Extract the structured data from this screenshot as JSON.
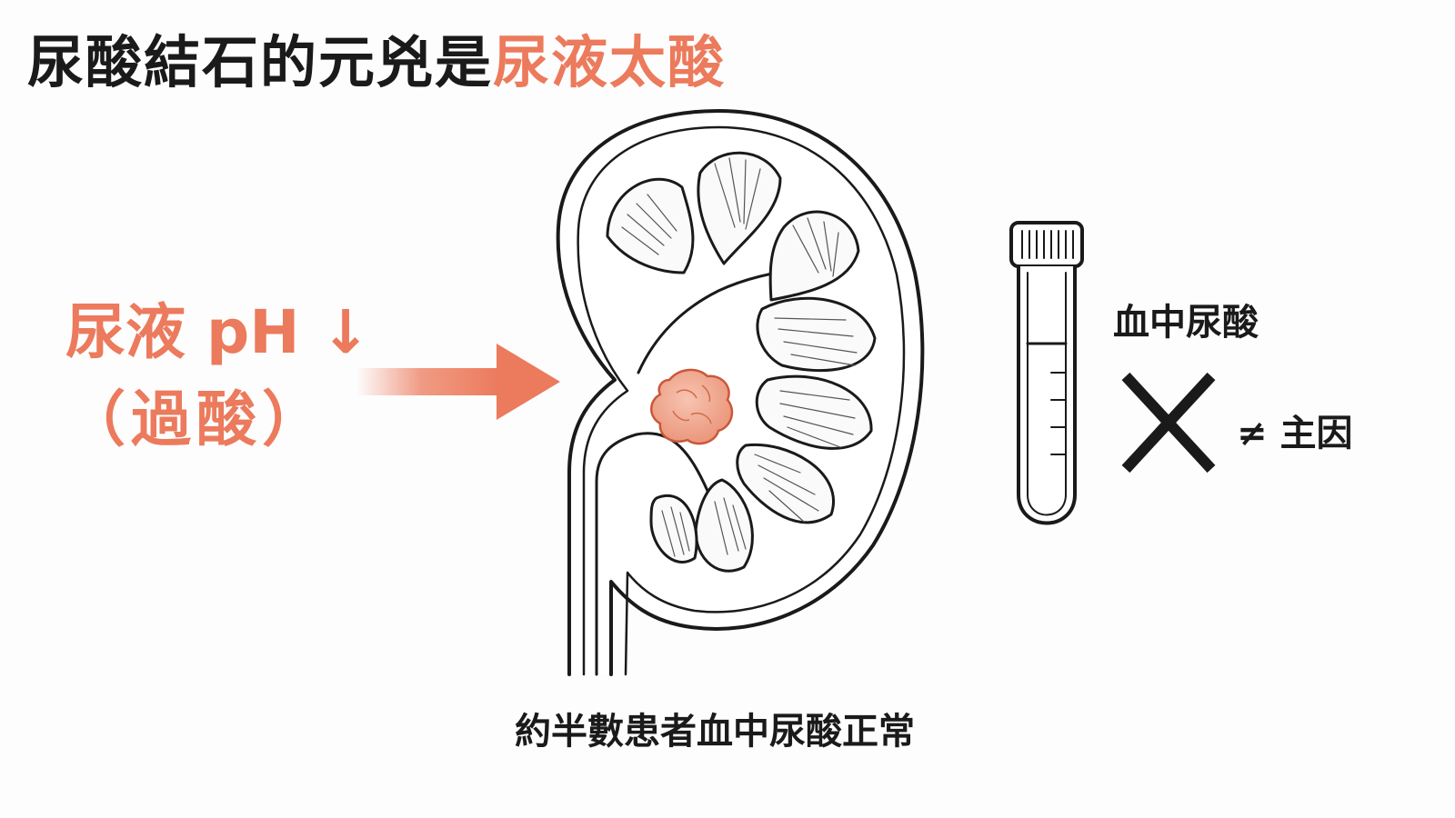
{
  "title": {
    "prefix": "尿酸結石的元兇是",
    "highlight": "尿液太酸"
  },
  "cause": {
    "line1": "尿液 pH ↓",
    "line2": "（過酸）"
  },
  "blood": {
    "label": "血中尿酸",
    "relation": "≠ 主因"
  },
  "caption": "約半數患者血中尿酸正常",
  "icons": [
    "kidney-icon",
    "uric-acid-stone-icon",
    "arrow-right-icon",
    "test-tube-icon",
    "cross-mark-icon"
  ],
  "colors": {
    "accent": "#ec7a5c",
    "stone": "#f0a78f",
    "ink": "#1a1a1a"
  }
}
